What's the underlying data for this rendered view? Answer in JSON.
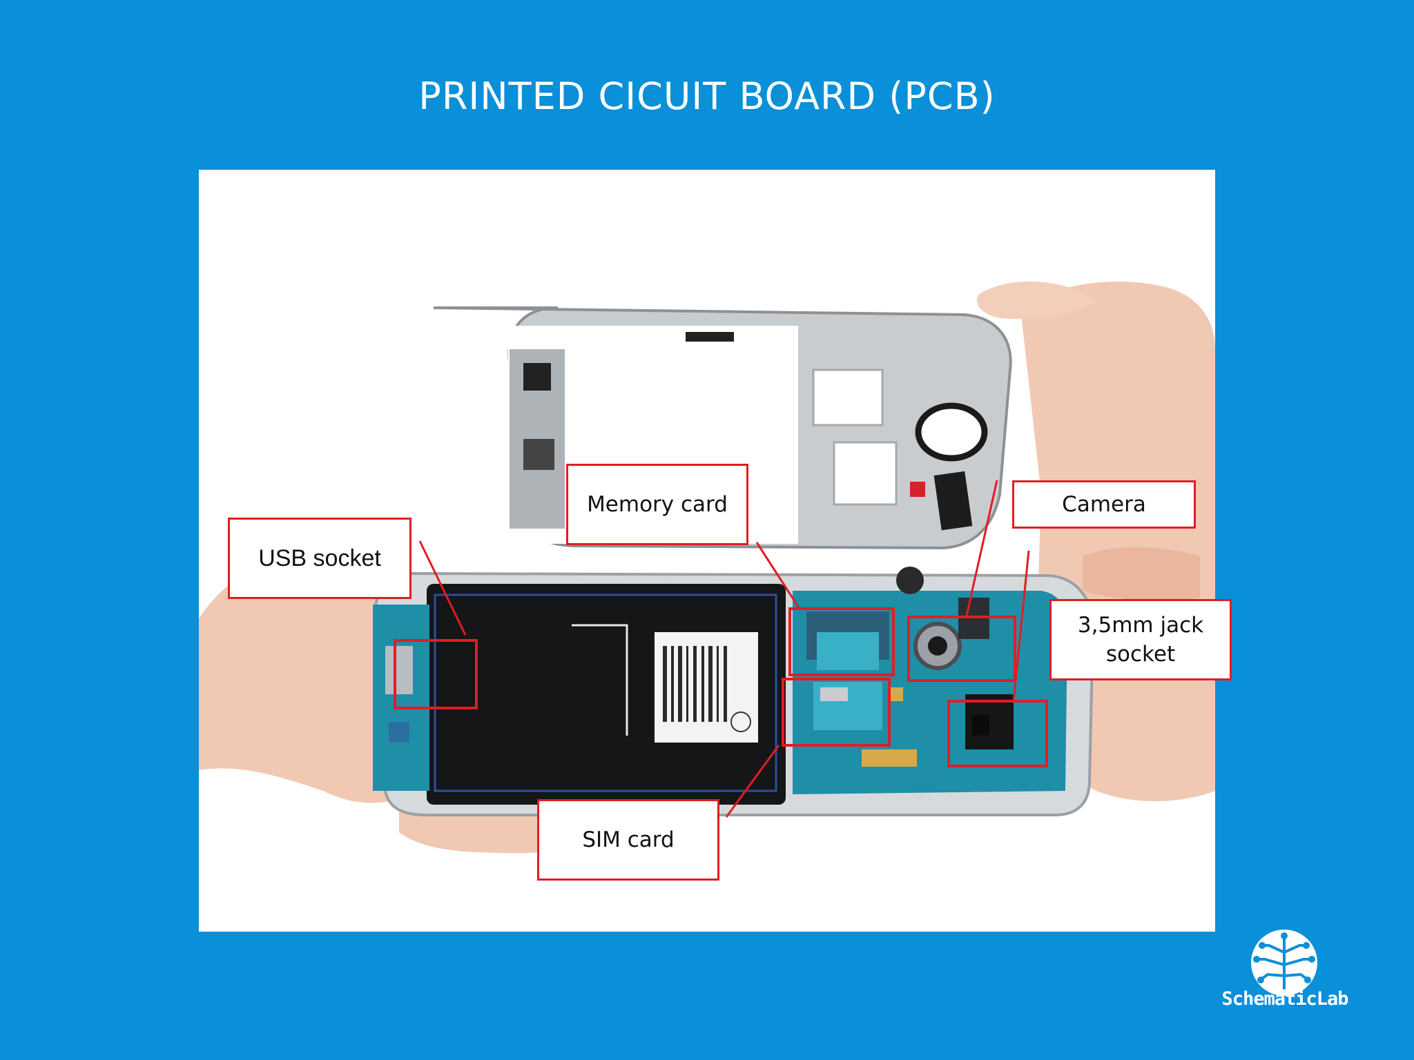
{
  "title": "PRINTED CICUIT BOARD (PCB)",
  "callouts": {
    "usb": "USB socket",
    "memory": "Memory card",
    "camera": "Camera",
    "jack_line1": "3,5mm jack",
    "jack_line2": "socket",
    "sim": "SIM card"
  },
  "logo": {
    "name": "SchematicLab",
    "icon": "circuit-tree-icon"
  },
  "colors": {
    "background": "#0a8fd9",
    "callout_border": "#e11d23",
    "pcb": "#1f8fa8"
  }
}
